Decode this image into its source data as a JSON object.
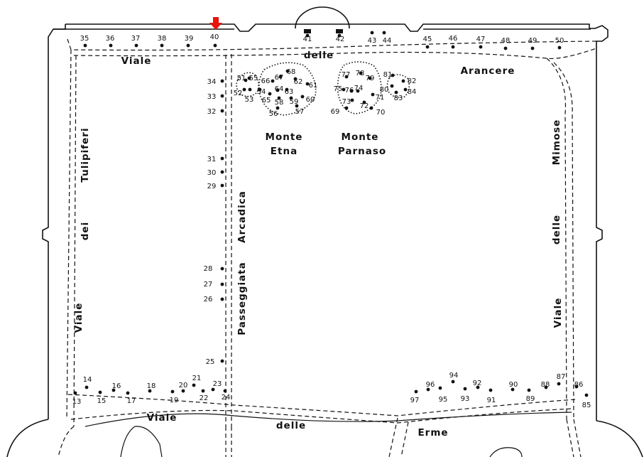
{
  "map": {
    "marker_color": "#e8140e",
    "markers": [
      {
        "id": "35"
      },
      {
        "id": "36"
      },
      {
        "id": "37"
      },
      {
        "id": "38"
      },
      {
        "id": "39"
      },
      {
        "id": "40"
      },
      {
        "id": "41"
      },
      {
        "id": "42"
      },
      {
        "id": "43"
      },
      {
        "id": "44"
      },
      {
        "id": "45"
      },
      {
        "id": "46"
      },
      {
        "id": "47"
      },
      {
        "id": "48"
      },
      {
        "id": "49"
      },
      {
        "id": "50"
      },
      {
        "id": "34"
      },
      {
        "id": "33"
      },
      {
        "id": "32"
      },
      {
        "id": "31"
      },
      {
        "id": "30"
      },
      {
        "id": "29"
      },
      {
        "id": "28"
      },
      {
        "id": "27"
      },
      {
        "id": "26"
      },
      {
        "id": "25"
      },
      {
        "id": "13"
      },
      {
        "id": "14"
      },
      {
        "id": "15"
      },
      {
        "id": "16"
      },
      {
        "id": "17"
      },
      {
        "id": "18"
      },
      {
        "id": "19"
      },
      {
        "id": "20"
      },
      {
        "id": "21"
      },
      {
        "id": "22"
      },
      {
        "id": "23"
      },
      {
        "id": "24"
      },
      {
        "id": "51"
      },
      {
        "id": "52"
      },
      {
        "id": "53"
      },
      {
        "id": "54"
      },
      {
        "id": "55"
      },
      {
        "id": "56"
      },
      {
        "id": "57"
      },
      {
        "id": "58"
      },
      {
        "id": "59"
      },
      {
        "id": "60"
      },
      {
        "id": "61"
      },
      {
        "id": "62"
      },
      {
        "id": "63"
      },
      {
        "id": "64"
      },
      {
        "id": "65"
      },
      {
        "id": "66"
      },
      {
        "id": "67"
      },
      {
        "id": "68"
      },
      {
        "id": "69"
      },
      {
        "id": "70"
      },
      {
        "id": "71"
      },
      {
        "id": "72"
      },
      {
        "id": "73"
      },
      {
        "id": "74"
      },
      {
        "id": "75"
      },
      {
        "id": "76"
      },
      {
        "id": "77"
      },
      {
        "id": "78"
      },
      {
        "id": "79"
      },
      {
        "id": "80"
      },
      {
        "id": "81"
      },
      {
        "id": "82"
      },
      {
        "id": "83"
      },
      {
        "id": "84"
      },
      {
        "id": "85"
      },
      {
        "id": "86"
      },
      {
        "id": "87"
      },
      {
        "id": "88"
      },
      {
        "id": "89"
      },
      {
        "id": "90"
      },
      {
        "id": "91"
      },
      {
        "id": "92"
      },
      {
        "id": "93"
      },
      {
        "id": "94"
      },
      {
        "id": "95"
      },
      {
        "id": "96"
      },
      {
        "id": "97"
      }
    ],
    "labels": [
      {
        "key": "viale_top",
        "text": "Viale"
      },
      {
        "key": "delle_top",
        "text": "delle"
      },
      {
        "key": "arancere",
        "text": "Arancere"
      },
      {
        "key": "monte1",
        "text": "Monte"
      },
      {
        "key": "etna",
        "text": "Etna"
      },
      {
        "key": "monte2",
        "text": "Monte"
      },
      {
        "key": "parnaso",
        "text": "Parnaso"
      },
      {
        "key": "tulipiferi",
        "text": "Tulipiferi"
      },
      {
        "key": "dei",
        "text": "dei"
      },
      {
        "key": "viale_left",
        "text": "Viale"
      },
      {
        "key": "arcadica",
        "text": "Arcadica"
      },
      {
        "key": "passeggiata",
        "text": "Passeggiata"
      },
      {
        "key": "mimose",
        "text": "Mimose"
      },
      {
        "key": "delle_right",
        "text": "delle"
      },
      {
        "key": "viale_right",
        "text": "Viale"
      },
      {
        "key": "viale_bottom",
        "text": "Viale"
      },
      {
        "key": "delle_bottom",
        "text": "delle"
      },
      {
        "key": "erme",
        "text": "Erme"
      }
    ]
  }
}
